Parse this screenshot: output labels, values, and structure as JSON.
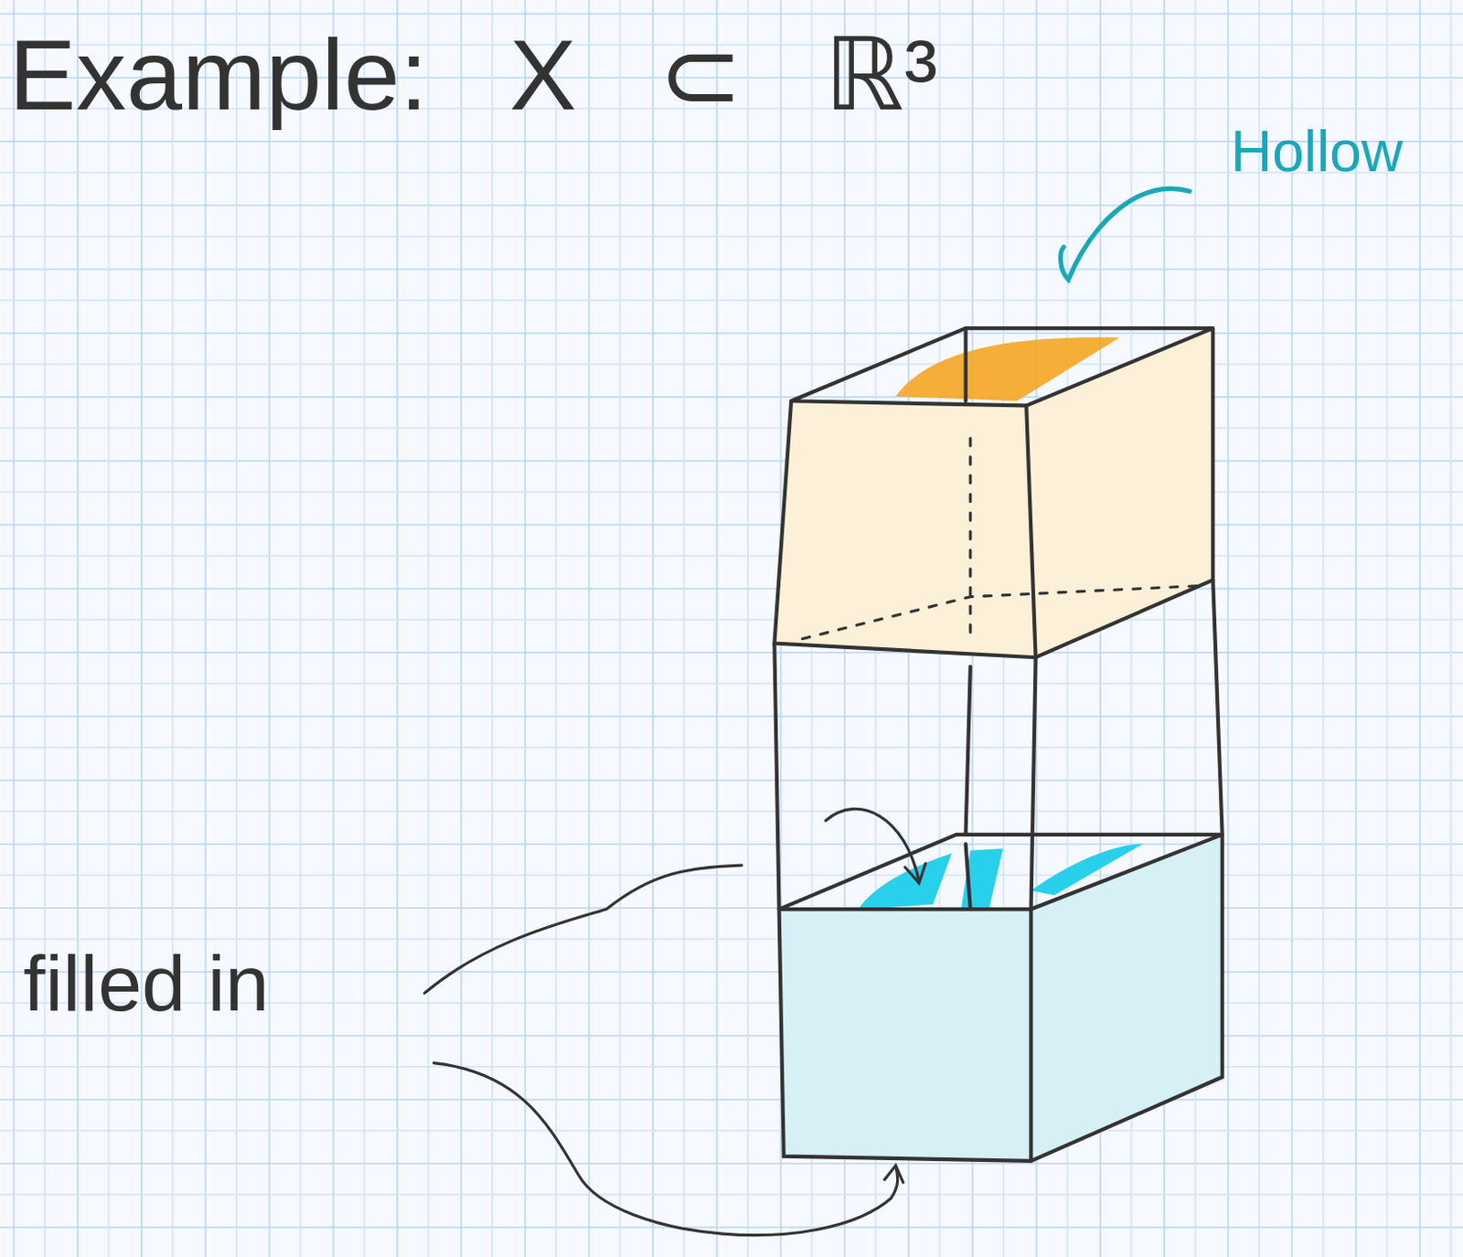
{
  "diagram": {
    "title": "Example: X ⊂ ℝ³",
    "labels": [
      "Hollow",
      "filled in"
    ]
  }
}
